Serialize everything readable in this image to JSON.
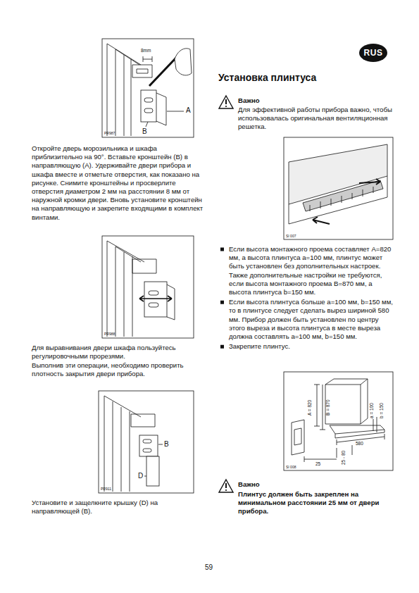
{
  "diagram": {
    "title": "Установка плинтуса",
    "nodes": [
      {
        "text": [
          "RUS"
        ]
      }
    ],
    "labels": [
      "8mm",
      "A",
      "B",
      "PR987",
      "Откройте дверь морозильника и шкафа приблизительно на 90°. Вставьте кронштейн (B) в направляющую (A). Удерживайте двери прибора и шкафа вместе и отметьте отверстия, как показано на рисунке. Снимите кронштейны и просверлите отверстия диаметром 2 мм на расстоянии 8 мм от наружной кромки двери. Вновь установите кронштейн на направляющую и закрепите входящими в комплект винтами.",
      "PR988",
      "Для выравнивания двери шкафа пользуйтесь регулировочными прорезями.",
      "Выполнив эти операции, необходимо проверить плотность закрытия двери прибора.",
      "B",
      "D",
      "PR911",
      "Установите и защелкните крышку (D) на направляющей (B).",
      "Важно",
      "Для эффективной работы прибора важно, чтобы использовалась оригинальная вентиляционная решетка.",
      "SI 007",
      "Если высота монтажного проема составляет A=820 мм, а высота плинтуса a=100 мм, плинтус может быть установлен без дополнительных настроек. Также дополнительные настройки не требуются, если высота монтажного проема B=870 мм, а высота плинтуса b=150 мм.",
      "Если высота плинтуса больше a=100 мм, b=150 мм, то в плинтусе следует сделать вырез шириной 580 мм. Прибор должен быть установлен по центру этого выреза и высота плинтуса в месте выреза должна составлять a=100 мм, b=150 мм.",
      "Закрепите плинтус.",
      "A = 820",
      "B = 870",
      "a = 100",
      "b = 150",
      "580",
      "25 - 80",
      "25",
      "SI 008",
      "Важно",
      "Плинтус должен быть закреплен на минимальном расстоянии 25 мм от двери прибора.",
      "59"
    ]
  }
}
